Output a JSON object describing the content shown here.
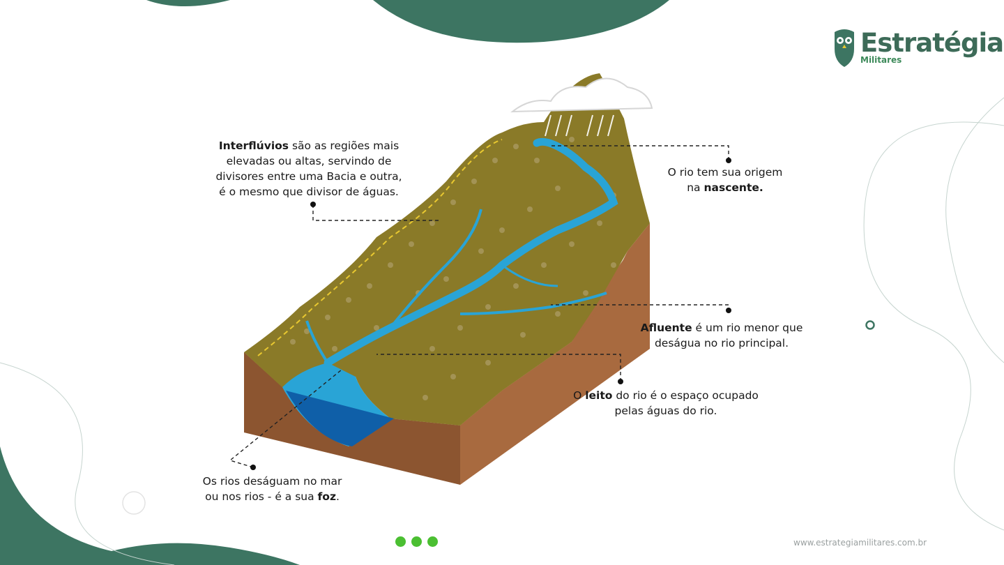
{
  "brand": {
    "name": "Estratégia",
    "sub": "Militares",
    "website": "www.estrategiamilitares.com.br",
    "colors": {
      "dark_green": "#3d7562",
      "light_green": "#4bbf32"
    }
  },
  "labels": {
    "interfluvios": {
      "bold": "Interflúvios",
      "line1": " são as regiões mais",
      "line2": "elevadas ou altas, servindo de",
      "line3": "divisores entre uma Bacia e outra,",
      "line4": "é o mesmo que divisor de águas."
    },
    "nascente": {
      "line1": "O rio tem sua origem",
      "line2_pre": "na ",
      "bold": "nascente."
    },
    "afluente": {
      "bold": "Afluente",
      "line1": " é um rio menor que",
      "line2": "deságua no rio principal."
    },
    "leito": {
      "pre": "O ",
      "bold": "leito",
      "line1": " do rio é o espaço ocupado",
      "line2": "pelas águas do rio."
    },
    "foz": {
      "line1": "Os rios deságuam no mar",
      "line2_pre": "ou nos rios - é a sua ",
      "bold": "foz",
      "line2_post": "."
    }
  },
  "pager_count": 3
}
